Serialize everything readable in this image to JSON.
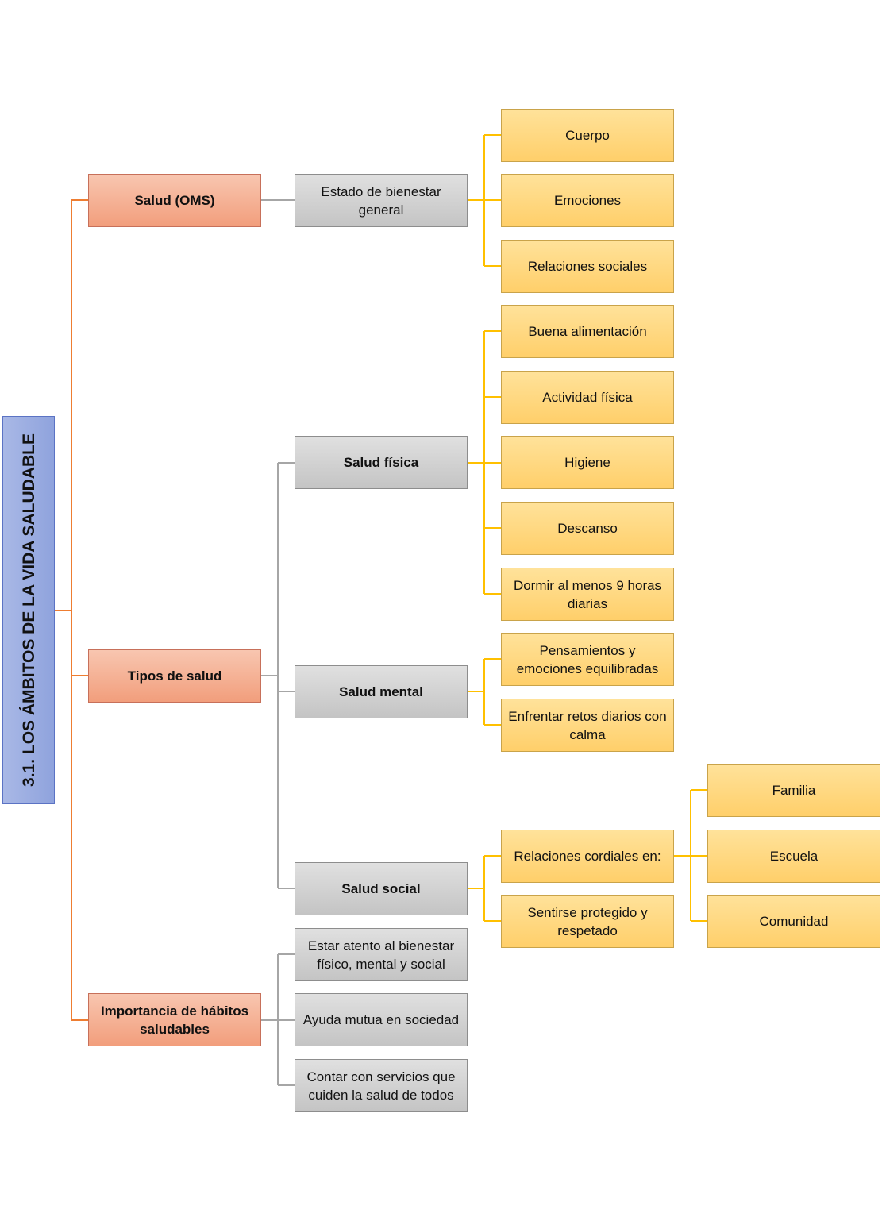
{
  "root": {
    "title": "3.1. LOS ÁMBITOS DE LA VIDA SALUDABLE"
  },
  "branches": [
    {
      "label": "Salud (OMS)",
      "children": [
        {
          "label": "Estado de bienestar general",
          "children": [
            "Cuerpo",
            "Emociones",
            "Relaciones sociales"
          ]
        }
      ]
    },
    {
      "label": "Tipos de salud",
      "children": [
        {
          "label": "Salud física",
          "children": [
            "Buena alimentación",
            "Actividad física",
            "Higiene",
            "Descanso",
            "Dormir al menos 9 horas diarias"
          ]
        },
        {
          "label": "Salud mental",
          "children": [
            "Pensamientos y emociones equilibradas",
            "Enfrentar retos diarios con calma"
          ]
        },
        {
          "label": "Salud social",
          "children": [
            "Relaciones cordiales en:",
            "Sentirse protegido y respetado"
          ],
          "subchildren": [
            "Familia",
            "Escuela",
            "Comunidad"
          ]
        }
      ]
    },
    {
      "label": "Importancia de hábitos saludables",
      "children": [
        {
          "label": "Estar atento al bienestar físico, mental y social"
        },
        {
          "label": "Ayuda mutua en sociedad"
        },
        {
          "label": "Contar con servicios que cuiden la salud de todos"
        }
      ]
    }
  ],
  "colors": {
    "root": "#8fa3dd",
    "level1": "#f29e7c",
    "level2": "#c4c4c4",
    "level3": "#ffcf6a",
    "line_orange": "#ee7d31",
    "line_gray": "#a6a6a6",
    "line_yellow": "#ffc000"
  }
}
